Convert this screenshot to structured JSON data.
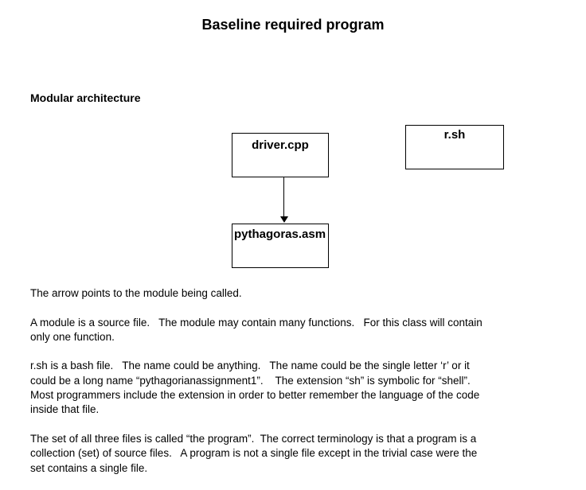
{
  "page": {
    "title": "Baseline required program",
    "section_heading": "Modular architecture"
  },
  "colors": {
    "background": "#ffffff",
    "text": "#000000",
    "box_border": "#000000"
  },
  "diagram": {
    "driver_box": {
      "label": "driver.cpp"
    },
    "rsh_box": {
      "label": "r.sh"
    },
    "pythagoras_box": {
      "label": "pythagoras.asm"
    },
    "arrow": {
      "from": "driver.cpp",
      "to": "pythagoras.asm",
      "direction": "down"
    }
  },
  "paragraphs": [
    {
      "lines": [
        "The arrow points to the module being called."
      ]
    },
    {
      "lines": [
        "A module is a source file.   The module may contain many functions.   For this class will contain",
        "only one function."
      ]
    },
    {
      "lines": [
        "r.sh is a bash file.   The name could be anything.   The name could be the single letter ‘r’ or it",
        "could be a long name “pythagorianassignment1”.    The extension “sh” is symbolic for “shell”.",
        "Most programmers include the extension in order to better remember the language of the code",
        "inside that file."
      ]
    },
    {
      "lines": [
        "The set of all three files is called “the program”.  The correct terminology is that a program is a",
        "collection (set) of source files.   A program is not a single file except in the trivial case were the",
        "set contains a single file."
      ]
    }
  ]
}
